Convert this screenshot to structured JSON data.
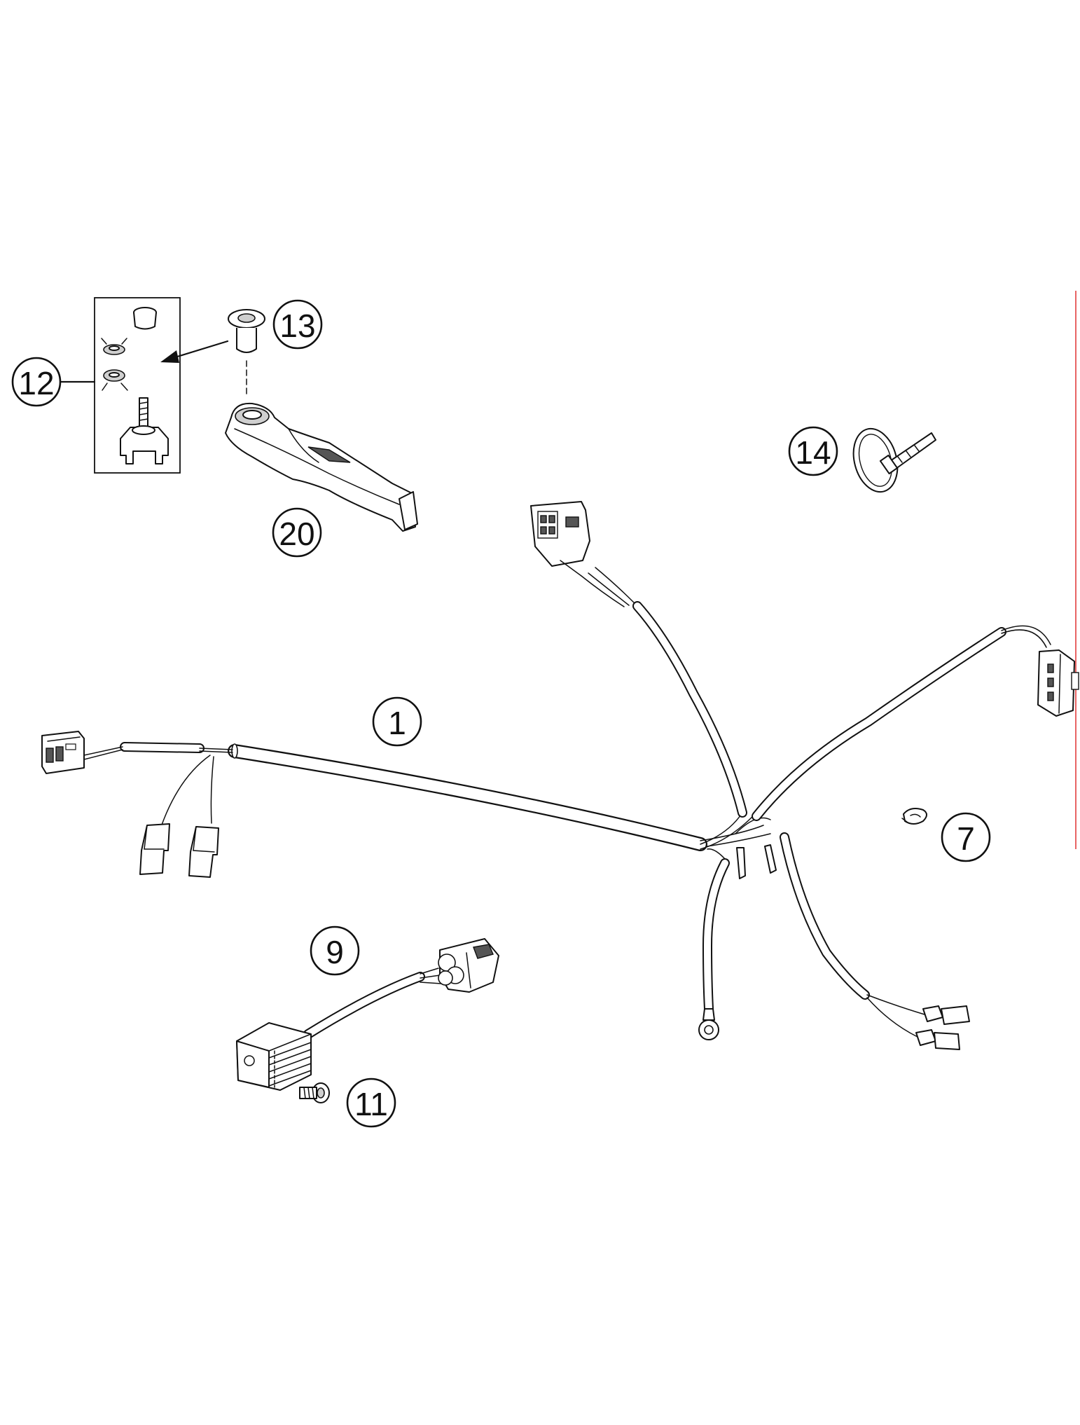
{
  "callouts": {
    "c1": "1",
    "c7": "7",
    "c9": "9",
    "c11": "11",
    "c12": "12",
    "c13": "13",
    "c14": "14",
    "c20": "20"
  },
  "colors": {
    "line": "#111111",
    "background": "#ffffff",
    "edge_marker": "#e03030"
  }
}
